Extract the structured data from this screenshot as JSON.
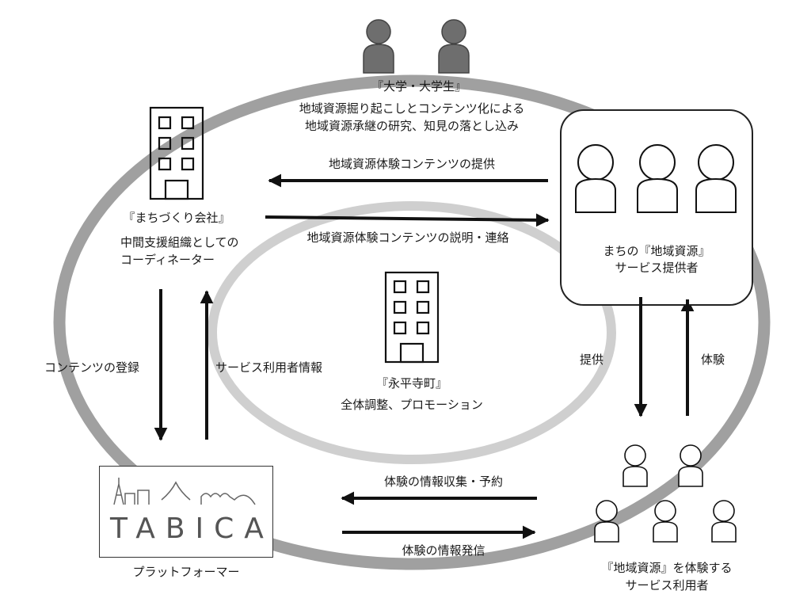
{
  "university": {
    "title": "『大学・大学生』",
    "line1": "地域資源掘り起こしとコンテンツ化による",
    "line2": "地域資源承継の研究、知見の落とし込み"
  },
  "company": {
    "title": "『まちづくり会社』",
    "line1": "中間支援組織としての",
    "line2": "コーディネーター"
  },
  "provider": {
    "line1": "まちの『地域資源』",
    "line2": "サービス提供者"
  },
  "town": {
    "title": "『永平寺町』",
    "line1": "全体調整、プロモーション"
  },
  "platform": {
    "logo_text": "TABICA",
    "caption": "プラットフォーマー"
  },
  "users": {
    "line1": "『地域資源』を体験する",
    "line2": "サービス利用者"
  },
  "arrows": {
    "provide_content": "地域資源体験コンテンツの提供",
    "explain_content": "地域資源体験コンテンツの説明・連絡",
    "register_content": "コンテンツの登録",
    "user_info": "サービス利用者情報",
    "provide": "提供",
    "experience": "体験",
    "collect_reserve": "体験の情報収集・予約",
    "send_info": "体験の情報発信"
  },
  "colors": {
    "outer_ring": "#a0a0a0",
    "inner_ring": "#cfcfcf",
    "figure_dark": "#6e6e6e",
    "line": "#111111"
  }
}
